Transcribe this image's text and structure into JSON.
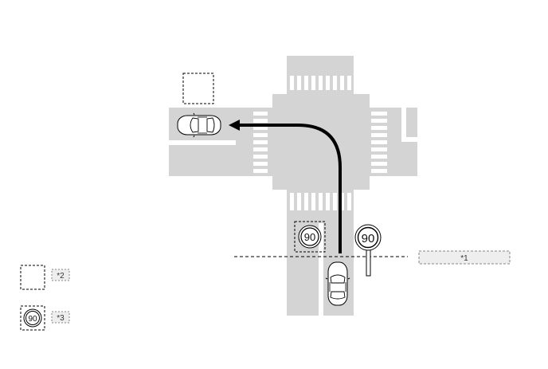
{
  "speed_sign_value": "90",
  "legend": {
    "item_1": "*1",
    "item_2": "*2",
    "item_3": "*3"
  },
  "colors": {
    "road": "#d4d4d4",
    "road_marking": "#ffffff",
    "arrow": "#000000",
    "dashed_outline": "#000000",
    "callout_fill": "#eeeeee"
  }
}
